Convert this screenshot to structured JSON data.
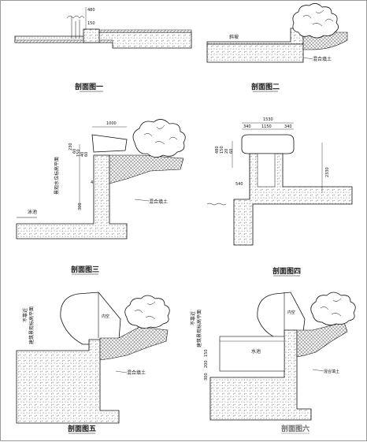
{
  "colors": {
    "line": "#111111",
    "concrete_dot": "#555555",
    "hatch": "#222222",
    "faded_caption": "#6a6a6a"
  },
  "icons": [
    "shrub-icon",
    "water-wave-icon"
  ],
  "sections": {
    "s1": {
      "title": "剖面图一",
      "dims": [
        "480",
        "150"
      ]
    },
    "s2": {
      "title": "剖面图二",
      "label_slope": "斜坡",
      "label_soil": "混合填土"
    },
    "s3": {
      "title": "剖面图三",
      "dims_top": "1000",
      "dims_left": [
        "230",
        "60",
        "150",
        "40",
        "60"
      ],
      "dim_low": "300",
      "dim_low2": "4",
      "label_vertical": "景观水位标高平面",
      "label_pool": "泳池",
      "label_soil": "混合填土"
    },
    "s4": {
      "title": "剖面图四",
      "dim_total": "1530",
      "dims_parts": [
        "340",
        "1150",
        "340"
      ],
      "dims_left": [
        "480",
        "150",
        "20",
        "60"
      ],
      "dim_height": "2330",
      "dim_low": "540"
    },
    "s5": {
      "title": "剖面图五",
      "label_vertical_a": "不靠近",
      "label_vertical_b": "建筑景观标高平面",
      "label_void": "内空",
      "label_soil": "混合填土"
    },
    "s6": {
      "title": "剖面图六",
      "label_vertical_a": "不靠近",
      "label_vertical_b": "建筑景观标高平面",
      "label_void": "内空",
      "label_pool": "水池",
      "label_soil": "混合填土",
      "dims_left": [
        "150",
        "200",
        "300"
      ]
    }
  }
}
